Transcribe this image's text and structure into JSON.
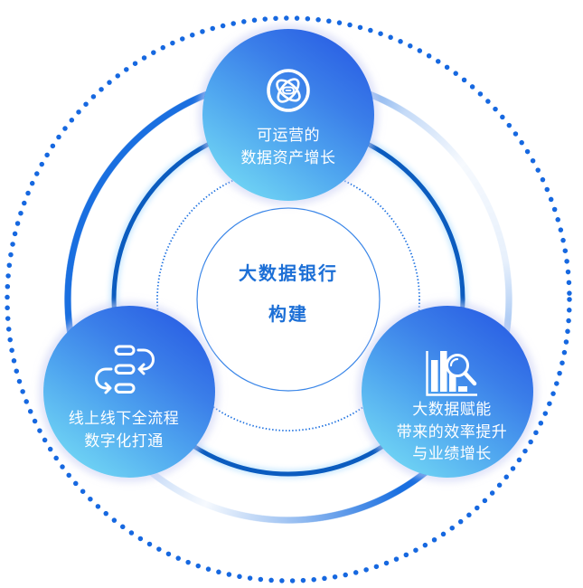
{
  "center": {
    "title_line1": "大数据银行",
    "title_line2": "构建"
  },
  "nodes": [
    {
      "position": "top",
      "icon": "atom-icon",
      "lines": [
        "可运营的",
        "数据资产增长"
      ]
    },
    {
      "position": "left",
      "icon": "process-flow-icon",
      "lines": [
        "线上线下全流程",
        "数字化打通"
      ]
    },
    {
      "position": "right",
      "icon": "chart-search-icon",
      "lines": [
        "大数据赋能",
        "带来的效率提升",
        "与业绩增长"
      ]
    }
  ],
  "colors": {
    "ring_blue": "#1a6fe0",
    "ring_dark": "#0b5cbf",
    "node_gradient_dark": "#2353e2",
    "node_gradient_light": "#7ce6f6",
    "center_text": "#1c6fd6",
    "node_text": "#ffffff"
  }
}
